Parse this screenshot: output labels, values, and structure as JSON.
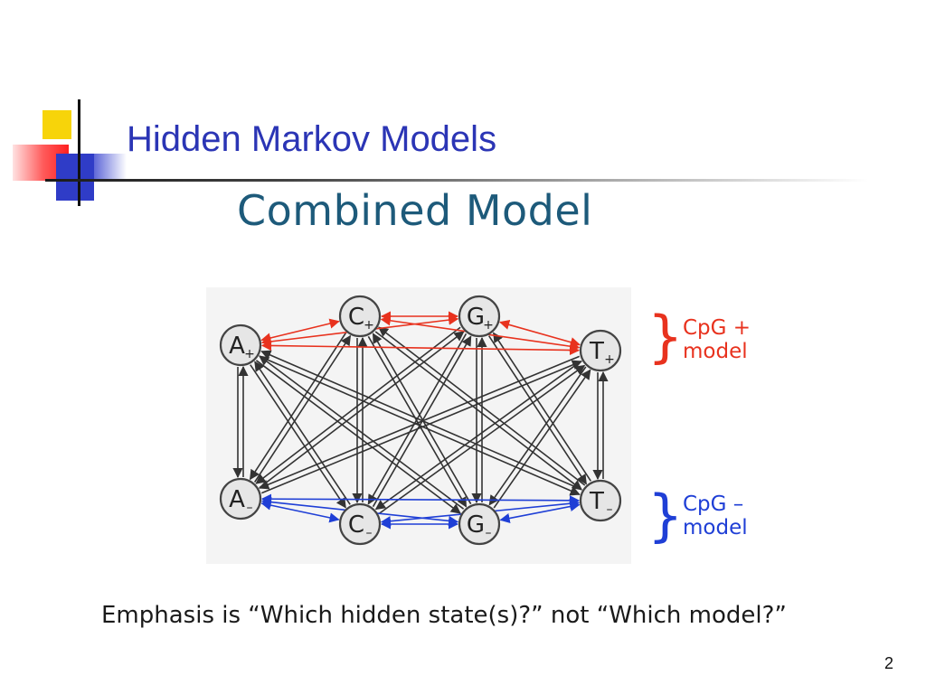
{
  "slide": {
    "title": "Hidden Markov Models",
    "subtitle": "Combined Model",
    "emphasis": "Emphasis is “Which hidden state(s)?” not “Which model?”",
    "page_number": "2"
  },
  "diagram": {
    "plus_color": "#e8321e",
    "minus_color": "#1f3fd6",
    "edge_color": "#333333",
    "nodes": [
      {
        "id": "A+",
        "letter": "A",
        "sign": "+"
      },
      {
        "id": "C+",
        "letter": "C",
        "sign": "+"
      },
      {
        "id": "G+",
        "letter": "G",
        "sign": "+"
      },
      {
        "id": "T+",
        "letter": "T",
        "sign": "+"
      },
      {
        "id": "A-",
        "letter": "A",
        "sign": "–"
      },
      {
        "id": "C-",
        "letter": "C",
        "sign": "–"
      },
      {
        "id": "G-",
        "letter": "G",
        "sign": "–"
      },
      {
        "id": "T-",
        "letter": "T",
        "sign": "–"
      }
    ],
    "groups": [
      {
        "brace": "}",
        "line1": "CpG +",
        "line2": "model",
        "color": "#e8321e"
      },
      {
        "brace": "}",
        "line1": "CpG –",
        "line2": "model",
        "color": "#1f3fd6"
      }
    ]
  }
}
